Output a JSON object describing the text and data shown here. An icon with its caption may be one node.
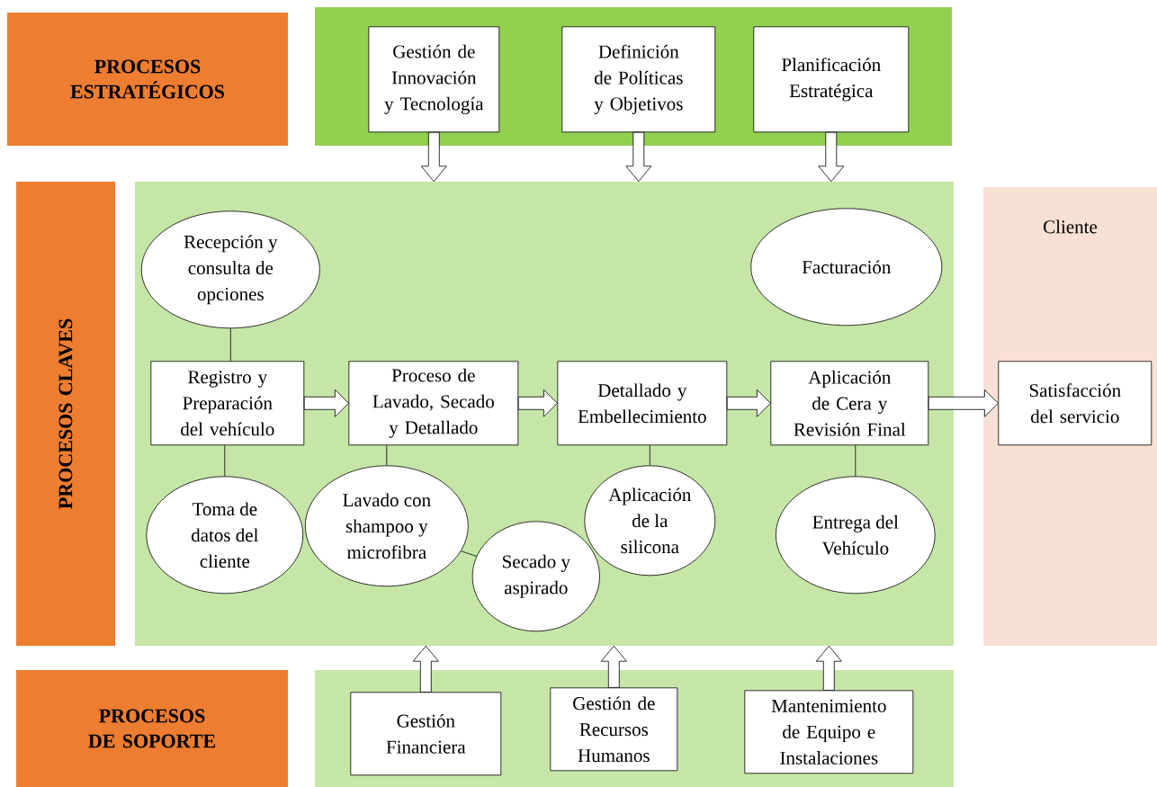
{
  "diagram": {
    "nodes": [
      {
        "text": [
          "PROCESOS ESTRATÉGICOS"
        ]
      },
      {
        "text": [],
        "shape": "box"
      },
      {
        "text": [
          "Gestión de Innovación y Tecnología"
        ],
        "in": 1
      },
      {
        "text": [
          "Definición de Políticas y Objetivos"
        ],
        "in": 1
      },
      {
        "text": [
          "Planificación Estratégica"
        ],
        "in": 1
      },
      {
        "text": [
          "PROCESOS CLAVES"
        ]
      },
      {
        "text": [],
        "shape": "box"
      },
      {
        "text": [
          "Recepción y consulta de opciones"
        ],
        "in": 6
      },
      {
        "text": [
          "Registro y Preparación del vehículo"
        ],
        "in": 6
      },
      {
        "text": [
          "Toma de datos del cliente"
        ],
        "in": 6
      },
      {
        "text": [
          "Proceso de Lavado, Secado y Detallado"
        ],
        "in": 6
      },
      {
        "text": [
          "Lavado con shampoo y microfibra"
        ],
        "in": 6
      },
      {
        "text": [
          "Secado y aspirado"
        ],
        "in": 6
      },
      {
        "text": [
          "Facturación"
        ],
        "in": 6
      },
      {
        "text": [
          "Detallado y Embellecimiento"
        ],
        "in": 6
      },
      {
        "text": [
          "Aplicación de la silicona"
        ],
        "in": 6
      },
      {
        "text": [
          "Aplicación de Cera y Revisión Final"
        ],
        "in": 6
      },
      {
        "text": [
          "Entrega del Vehículo"
        ],
        "in": 6
      },
      {
        "text": [
          "Cliente"
        ]
      },
      {
        "text": [
          "Satisfacción del servicio"
        ],
        "in": 18
      },
      {
        "text": [
          "PROCESOS DE SOPORTE"
        ]
      },
      {
        "text": [],
        "shape": "box"
      },
      {
        "text": [
          "Gestión Financiera"
        ],
        "in": 21
      },
      {
        "text": [
          "Gestión de Recursos Humanos"
        ],
        "in": 21
      },
      {
        "text": [
          "Mantenimiento de Equipo e Instalaciones"
        ],
        "in": 21
      }
    ],
    "edges": [
      {
        "from": 2,
        "to": 6,
        "arrow": "to"
      },
      {
        "from": 3,
        "to": 6,
        "arrow": "to"
      },
      {
        "from": 4,
        "to": 6,
        "arrow": "to"
      },
      {
        "from": 7,
        "to": 8,
        "arrow": "none"
      },
      {
        "from": 8,
        "to": 9,
        "arrow": "none"
      },
      {
        "from": 8,
        "to": 10,
        "arrow": "to"
      },
      {
        "from": 10,
        "to": 11,
        "arrow": "none"
      },
      {
        "from": 11,
        "to": 12,
        "arrow": "none"
      },
      {
        "from": 10,
        "to": 14,
        "arrow": "to"
      },
      {
        "from": 14,
        "to": 15,
        "arrow": "none"
      },
      {
        "from": 14,
        "to": 16,
        "arrow": "to"
      },
      {
        "from": 16,
        "to": 17,
        "arrow": "none"
      },
      {
        "from": 16,
        "to": 19,
        "arrow": "to"
      },
      {
        "from": 22,
        "to": 6,
        "arrow": "to"
      },
      {
        "from": 23,
        "to": 6,
        "arrow": "to"
      },
      {
        "from": 24,
        "to": 6,
        "arrow": "to"
      }
    ]
  }
}
